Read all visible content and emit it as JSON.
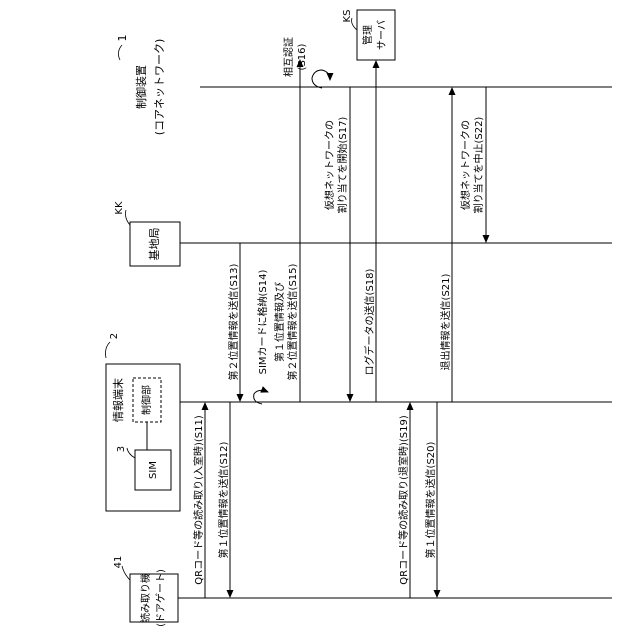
{
  "entities": {
    "reader": {
      "label": "読み取り機",
      "sublabel": "(ドアゲート)",
      "ref": "41"
    },
    "terminal": {
      "label": "情報端末",
      "ref": "2",
      "control_label": "制御部",
      "sim_label": "SIM",
      "sim_ref": "3"
    },
    "base": {
      "label": "基地局",
      "ref": "KK"
    },
    "control": {
      "label": "制御装置",
      "sublabel": "(コアネットワーク)",
      "ref": "1"
    },
    "management": {
      "label": "管理",
      "sublabel": "サーバ",
      "ref": "KS"
    }
  },
  "messages": {
    "s11": "QRコード等の読み取り(入室時)(S11)",
    "s12": "第１位置情報を送信(S12)",
    "s13": "第２位置情報を送信(S13)",
    "s14": "SIMカードに格納(S14)",
    "s15a": "第１位置情報及び",
    "s15b": "第２位置情報を送信(S15)",
    "s16a": "相互認証",
    "s16b": "(S16)",
    "s17a": "仮想ネットワークの",
    "s17b": "割り当てを開始(S17)",
    "s18": "ログデータの送信(S18)",
    "s19": "QRコード等の読み取り(退室時)(S19)",
    "s20": "第１位置情報を送信(S20)",
    "s21": "退出情報を送信(S21)",
    "s22a": "仮想ネットワークの",
    "s22b": "割り当てを中止(S22)"
  }
}
